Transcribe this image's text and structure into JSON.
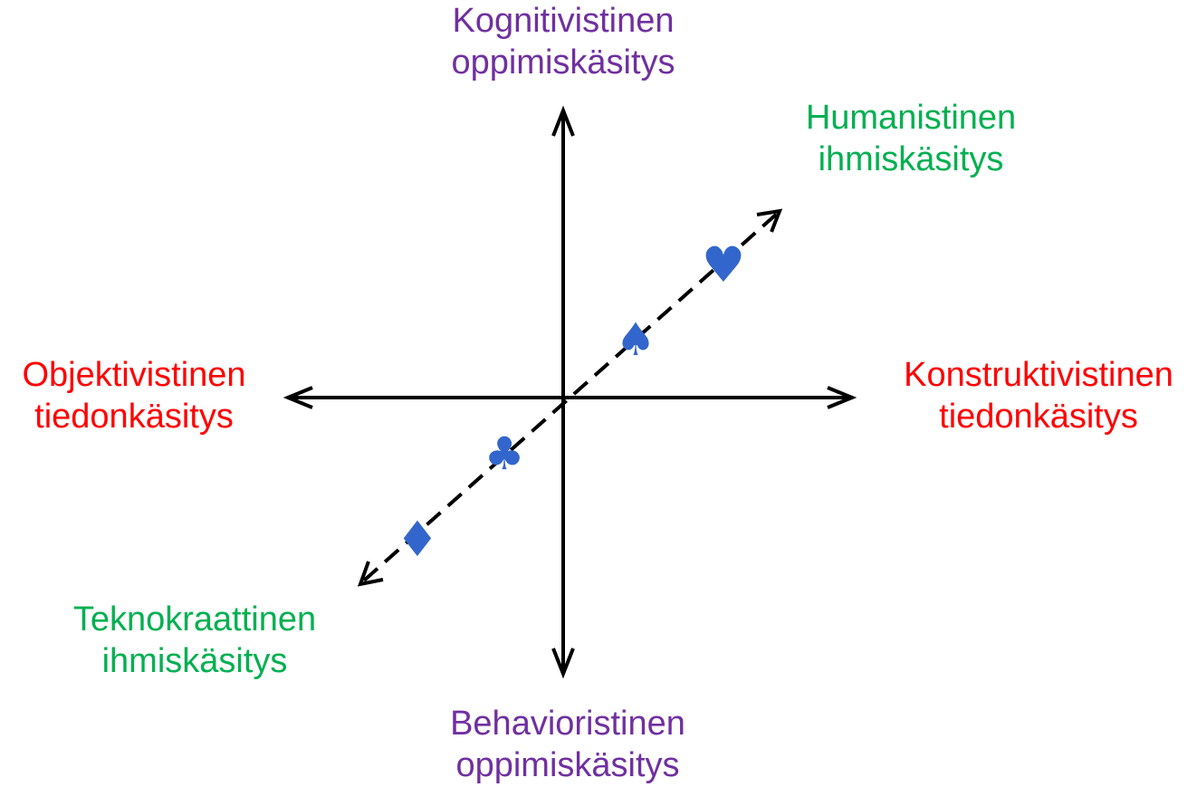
{
  "labels": {
    "top": {
      "line1": "Kognitivistinen",
      "line2": "oppimiskäsitys"
    },
    "bottom": {
      "line1": "Behavioristinen",
      "line2": "oppimiskäsitys"
    },
    "left": {
      "line1": "Objektivistinen",
      "line2": "tiedonkäsitys"
    },
    "right": {
      "line1": "Konstruktivistinen",
      "line2": "tiedonkäsitys"
    },
    "upper_right": {
      "line1": "Humanistinen",
      "line2": "ihmiskäsitys"
    },
    "lower_left": {
      "line1": "Teknokraattinen",
      "line2": "ihmiskäsitys"
    }
  },
  "markers": {
    "heart": "♥",
    "spade": "♠",
    "club": "♣",
    "diamond": "♦"
  },
  "colors": {
    "axis": "#000000",
    "vertical_axis_labels": "#7030A0",
    "horizontal_axis_labels": "#FF0000",
    "diagonal_axis_labels": "#00B050",
    "markers": "#3366CC"
  }
}
